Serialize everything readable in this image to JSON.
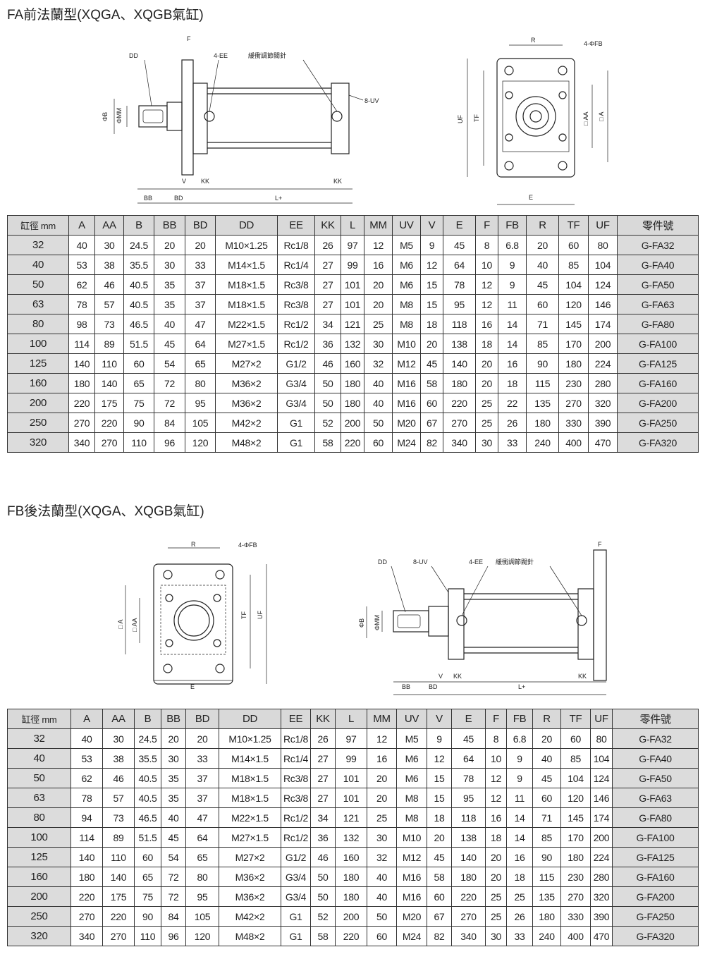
{
  "section_fa": {
    "title": "FA前法蘭型(XQGA、XQGB氣缸)",
    "side_labels": {
      "dd": "DD",
      "f": "F",
      "ee": "4-EE",
      "valve": "緩衝調節閥針",
      "uv": "8-UV",
      "b": "ΦB",
      "mm": "ΦMM",
      "v": "V",
      "kk1": "KK",
      "kk2": "KK",
      "bb": "BB",
      "bd": "BD",
      "l": "L+"
    },
    "front_labels": {
      "r": "R",
      "fb": "4-ΦFB",
      "uf": "UF",
      "tf": "TF",
      "aa": "□ AA",
      "a": "□ A",
      "e": "E"
    },
    "table": {
      "headers": [
        "缸徑 mm",
        "A",
        "AA",
        "B",
        "BB",
        "BD",
        "DD",
        "EE",
        "KK",
        "L",
        "MM",
        "UV",
        "V",
        "E",
        "F",
        "FB",
        "R",
        "TF",
        "UF",
        "零件號"
      ],
      "rows": [
        [
          "32",
          "40",
          "30",
          "24.5",
          "20",
          "20",
          "M10×1.25",
          "Rc1/8",
          "26",
          "97",
          "12",
          "M5",
          "9",
          "45",
          "8",
          "6.8",
          "20",
          "60",
          "80",
          "G-FA32"
        ],
        [
          "40",
          "53",
          "38",
          "35.5",
          "30",
          "33",
          "M14×1.5",
          "Rc1/4",
          "27",
          "99",
          "16",
          "M6",
          "12",
          "64",
          "10",
          "9",
          "40",
          "85",
          "104",
          "G-FA40"
        ],
        [
          "50",
          "62",
          "46",
          "40.5",
          "35",
          "37",
          "M18×1.5",
          "Rc3/8",
          "27",
          "101",
          "20",
          "M6",
          "15",
          "78",
          "12",
          "9",
          "45",
          "104",
          "124",
          "G-FA50"
        ],
        [
          "63",
          "78",
          "57",
          "40.5",
          "35",
          "37",
          "M18×1.5",
          "Rc3/8",
          "27",
          "101",
          "20",
          "M8",
          "15",
          "95",
          "12",
          "11",
          "60",
          "120",
          "146",
          "G-FA63"
        ],
        [
          "80",
          "98",
          "73",
          "46.5",
          "40",
          "47",
          "M22×1.5",
          "Rc1/2",
          "34",
          "121",
          "25",
          "M8",
          "18",
          "118",
          "16",
          "14",
          "71",
          "145",
          "174",
          "G-FA80"
        ],
        [
          "100",
          "114",
          "89",
          "51.5",
          "45",
          "64",
          "M27×1.5",
          "Rc1/2",
          "36",
          "132",
          "30",
          "M10",
          "20",
          "138",
          "18",
          "14",
          "85",
          "170",
          "200",
          "G-FA100"
        ],
        [
          "125",
          "140",
          "110",
          "60",
          "54",
          "65",
          "M27×2",
          "G1/2",
          "46",
          "160",
          "32",
          "M12",
          "45",
          "140",
          "20",
          "16",
          "90",
          "180",
          "224",
          "G-FA125"
        ],
        [
          "160",
          "180",
          "140",
          "65",
          "72",
          "80",
          "M36×2",
          "G3/4",
          "50",
          "180",
          "40",
          "M16",
          "58",
          "180",
          "20",
          "18",
          "115",
          "230",
          "280",
          "G-FA160"
        ],
        [
          "200",
          "220",
          "175",
          "75",
          "72",
          "95",
          "M36×2",
          "G3/4",
          "50",
          "180",
          "40",
          "M16",
          "60",
          "220",
          "25",
          "22",
          "135",
          "270",
          "320",
          "G-FA200"
        ],
        [
          "250",
          "270",
          "220",
          "90",
          "84",
          "105",
          "M42×2",
          "G1",
          "52",
          "200",
          "50",
          "M20",
          "67",
          "270",
          "25",
          "26",
          "180",
          "330",
          "390",
          "G-FA250"
        ],
        [
          "320",
          "340",
          "270",
          "110",
          "96",
          "120",
          "M48×2",
          "G1",
          "58",
          "220",
          "60",
          "M24",
          "82",
          "340",
          "30",
          "33",
          "240",
          "400",
          "470",
          "G-FA320"
        ]
      ]
    }
  },
  "section_fb": {
    "title": "FB後法蘭型(XQGA、XQGB氣缸)",
    "front_labels": {
      "r": "R",
      "fb": "4-ΦFB",
      "a": "□ A",
      "aa": "□ AA",
      "tf": "TF",
      "uf": "UF",
      "e": "E"
    },
    "side_labels": {
      "dd": "DD",
      "uv": "8-UV",
      "ee": "4-EE",
      "valve": "緩衝調節閥針",
      "f": "F",
      "b": "ΦB",
      "mm": "ΦMM",
      "v": "V",
      "kk1": "KK",
      "kk2": "KK",
      "bb": "BB",
      "bd": "BD",
      "l": "L+"
    },
    "table": {
      "headers": [
        "缸徑 mm",
        "A",
        "AA",
        "B",
        "BB",
        "BD",
        "DD",
        "EE",
        "KK",
        "L",
        "MM",
        "UV",
        "V",
        "E",
        "F",
        "FB",
        "R",
        "TF",
        "UF",
        "零件號"
      ],
      "rows": [
        [
          "32",
          "40",
          "30",
          "24.5",
          "20",
          "20",
          "M10×1.25",
          "Rc1/8",
          "26",
          "97",
          "12",
          "M5",
          "9",
          "45",
          "8",
          "6.8",
          "20",
          "60",
          "80",
          "G-FA32"
        ],
        [
          "40",
          "53",
          "38",
          "35.5",
          "30",
          "33",
          "M14×1.5",
          "Rc1/4",
          "27",
          "99",
          "16",
          "M6",
          "12",
          "64",
          "10",
          "9",
          "40",
          "85",
          "104",
          "G-FA40"
        ],
        [
          "50",
          "62",
          "46",
          "40.5",
          "35",
          "37",
          "M18×1.5",
          "Rc3/8",
          "27",
          "101",
          "20",
          "M6",
          "15",
          "78",
          "12",
          "9",
          "45",
          "104",
          "124",
          "G-FA50"
        ],
        [
          "63",
          "78",
          "57",
          "40.5",
          "35",
          "37",
          "M18×1.5",
          "Rc3/8",
          "27",
          "101",
          "20",
          "M8",
          "15",
          "95",
          "12",
          "11",
          "60",
          "120",
          "146",
          "G-FA63"
        ],
        [
          "80",
          "94",
          "73",
          "46.5",
          "40",
          "47",
          "M22×1.5",
          "Rc1/2",
          "34",
          "121",
          "25",
          "M8",
          "18",
          "118",
          "16",
          "14",
          "71",
          "145",
          "174",
          "G-FA80"
        ],
        [
          "100",
          "114",
          "89",
          "51.5",
          "45",
          "64",
          "M27×1.5",
          "Rc1/2",
          "36",
          "132",
          "30",
          "M10",
          "20",
          "138",
          "18",
          "14",
          "85",
          "170",
          "200",
          "G-FA100"
        ],
        [
          "125",
          "140",
          "110",
          "60",
          "54",
          "65",
          "M27×2",
          "G1/2",
          "46",
          "160",
          "32",
          "M12",
          "45",
          "140",
          "20",
          "16",
          "90",
          "180",
          "224",
          "G-FA125"
        ],
        [
          "160",
          "180",
          "140",
          "65",
          "72",
          "80",
          "M36×2",
          "G3/4",
          "50",
          "180",
          "40",
          "M16",
          "58",
          "180",
          "20",
          "18",
          "115",
          "230",
          "280",
          "G-FA160"
        ],
        [
          "200",
          "220",
          "175",
          "75",
          "72",
          "95",
          "M36×2",
          "G3/4",
          "50",
          "180",
          "40",
          "M16",
          "60",
          "220",
          "25",
          "25",
          "135",
          "270",
          "320",
          "G-FA200"
        ],
        [
          "250",
          "270",
          "220",
          "90",
          "84",
          "105",
          "M42×2",
          "G1",
          "52",
          "200",
          "50",
          "M20",
          "67",
          "270",
          "25",
          "26",
          "180",
          "330",
          "390",
          "G-FA250"
        ],
        [
          "320",
          "340",
          "270",
          "110",
          "96",
          "120",
          "M48×2",
          "G1",
          "58",
          "220",
          "60",
          "M24",
          "82",
          "340",
          "30",
          "33",
          "240",
          "400",
          "470",
          "G-FA320"
        ]
      ]
    }
  }
}
